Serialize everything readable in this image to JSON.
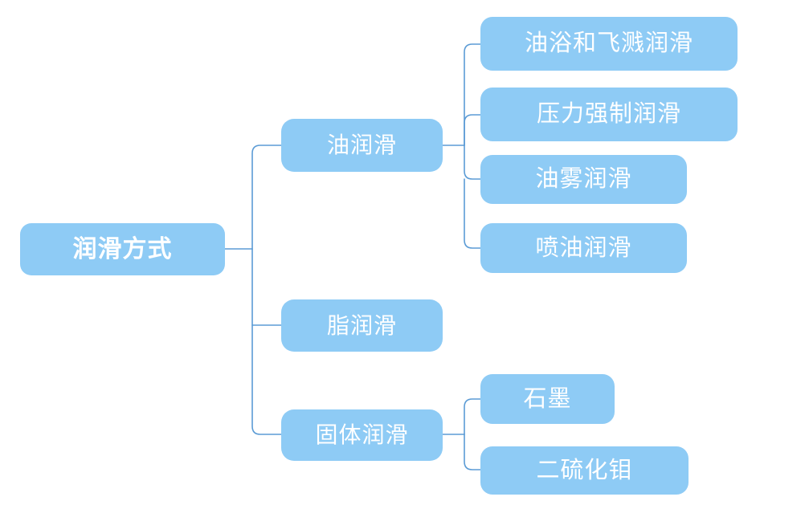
{
  "diagram": {
    "type": "mind-map",
    "orientation": "left-to-right",
    "node_fill": "#8ecbf5",
    "node_text_color": "#ffffff",
    "connector_color": "#5b9bd5",
    "background": "#ffffff",
    "root": {
      "label": "润滑方式",
      "children": [
        {
          "label": "油润滑",
          "children": [
            {
              "label": "油浴和飞溅润滑"
            },
            {
              "label": "压力强制润滑"
            },
            {
              "label": "油雾润滑"
            },
            {
              "label": "喷油润滑"
            }
          ]
        },
        {
          "label": "脂润滑",
          "children": []
        },
        {
          "label": "固体润滑",
          "children": [
            {
              "label": "石墨"
            },
            {
              "label": "二硫化钼"
            }
          ]
        }
      ]
    }
  },
  "nodes": {
    "root": "润滑方式",
    "oil": "油润滑",
    "grease": "脂润滑",
    "solid": "固体润滑",
    "oil_bath_splash": "油浴和飞溅润滑",
    "pressure_forced": "压力强制润滑",
    "oil_mist": "油雾润滑",
    "oil_jet": "喷油润滑",
    "graphite": "石墨",
    "molybdenum_disulfide": "二硫化钼"
  }
}
